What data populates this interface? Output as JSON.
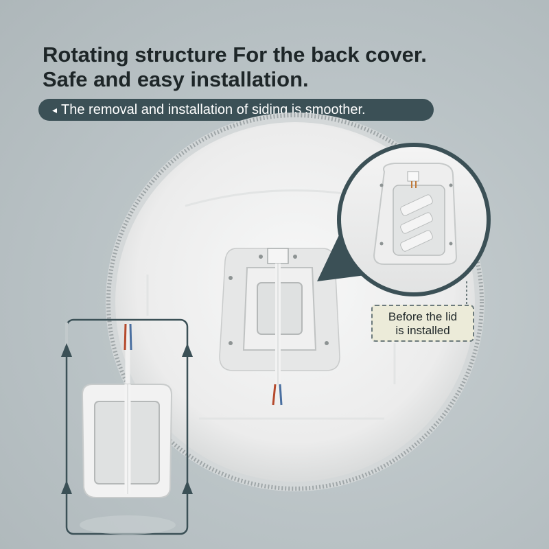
{
  "headline": {
    "line1": "Rotating structure For the back cover.",
    "line2": "Safe and easy installation."
  },
  "banner": {
    "arrow": "◂",
    "text": "The removal and installation of siding is smoother."
  },
  "callout": {
    "line1": "Before the lid",
    "line2": "is installed"
  },
  "colors": {
    "background": "#b9c2c5",
    "banner": "#3b5056",
    "callout": "#ecebd9",
    "frame": "#3b5056"
  }
}
